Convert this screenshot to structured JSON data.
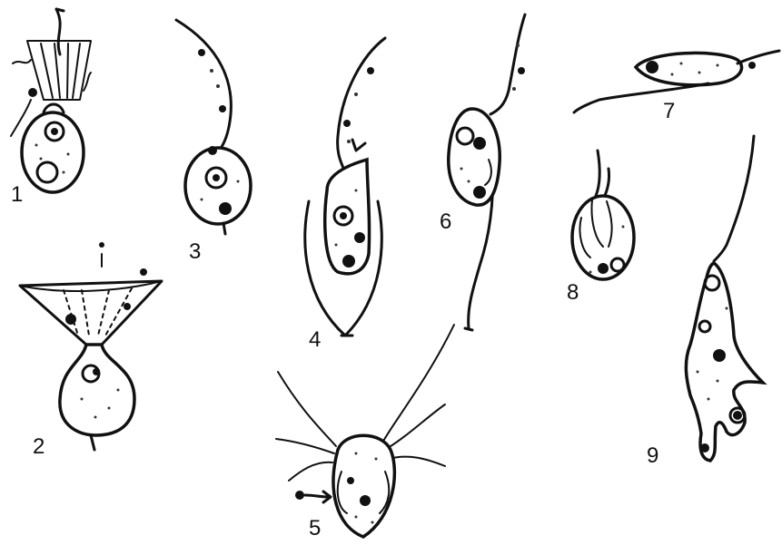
{
  "labels": {
    "fig1": "1",
    "fig2": "2",
    "fig3": "3",
    "fig4": "4",
    "fig5": "5",
    "fig6": "6",
    "fig7": "7",
    "fig8": "8",
    "fig9": "9"
  }
}
